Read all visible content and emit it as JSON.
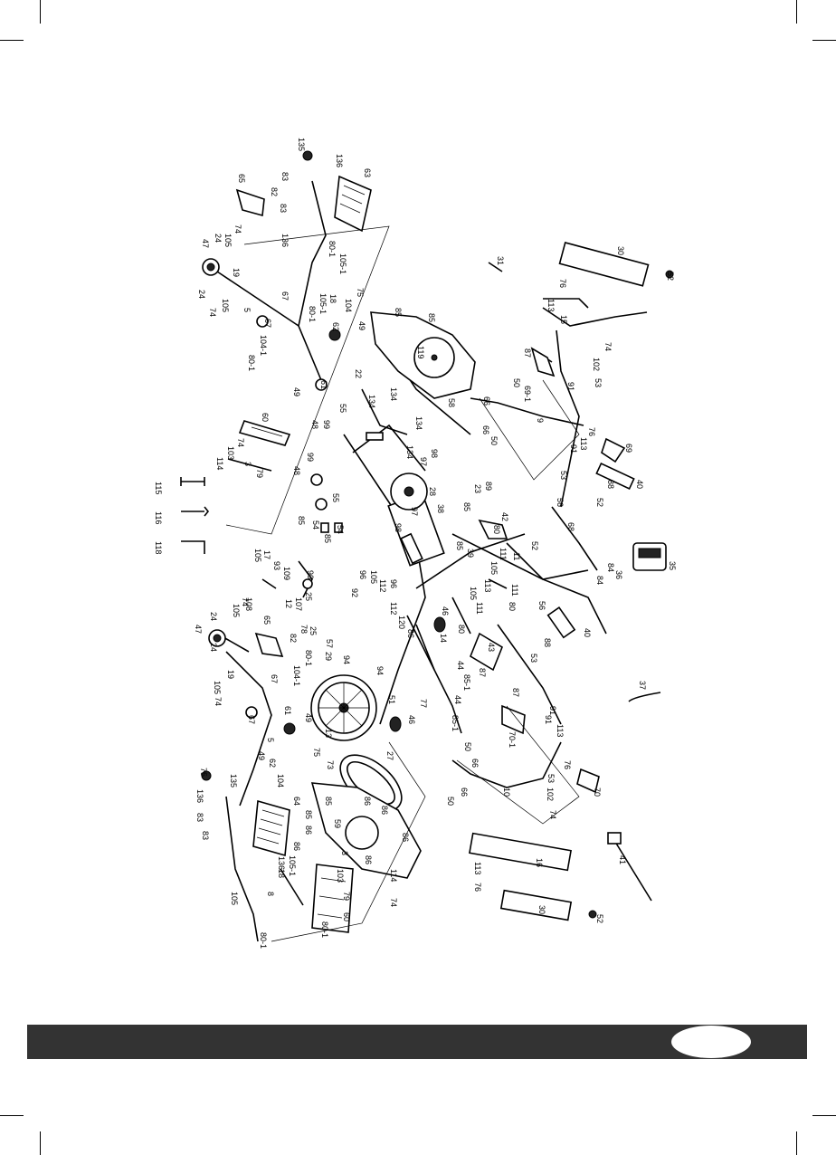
{
  "diagram": {
    "labels": [
      {
        "id": "l135a",
        "text": "135"
      },
      {
        "id": "l136a",
        "text": "136"
      },
      {
        "id": "l63",
        "text": "63"
      },
      {
        "id": "l65a",
        "text": "65"
      },
      {
        "id": "l82a",
        "text": "82"
      },
      {
        "id": "l83a",
        "text": "83"
      },
      {
        "id": "l83b",
        "text": "83"
      },
      {
        "id": "l136b",
        "text": "136"
      },
      {
        "id": "l74a",
        "text": "74"
      },
      {
        "id": "l105a",
        "text": "105"
      },
      {
        "id": "l24a",
        "text": "24"
      },
      {
        "id": "l47a",
        "text": "47"
      },
      {
        "id": "l19a",
        "text": "19"
      },
      {
        "id": "l24b",
        "text": "24"
      },
      {
        "id": "l105b",
        "text": "105"
      },
      {
        "id": "l74b",
        "text": "74"
      },
      {
        "id": "l5a",
        "text": "5"
      },
      {
        "id": "l67a",
        "text": "67"
      },
      {
        "id": "l67b",
        "text": "67"
      },
      {
        "id": "l801a",
        "text": "80-1"
      },
      {
        "id": "l1051a",
        "text": "105-1"
      },
      {
        "id": "l75a",
        "text": "75"
      },
      {
        "id": "l104a",
        "text": "104"
      },
      {
        "id": "l18a",
        "text": "18"
      },
      {
        "id": "l1051b",
        "text": "105-1"
      },
      {
        "id": "l801b",
        "text": "80-1"
      },
      {
        "id": "l62a",
        "text": "62"
      },
      {
        "id": "l49a",
        "text": "49"
      },
      {
        "id": "l1041a",
        "text": "104-1"
      },
      {
        "id": "l801c",
        "text": "80-1"
      },
      {
        "id": "l49b",
        "text": "49"
      },
      {
        "id": "l61a",
        "text": "61"
      },
      {
        "id": "l31",
        "text": "31"
      },
      {
        "id": "l30a",
        "text": "30"
      },
      {
        "id": "l52a",
        "text": "52"
      },
      {
        "id": "l76a",
        "text": "76"
      },
      {
        "id": "l113a",
        "text": "113"
      },
      {
        "id": "l15",
        "text": "15"
      },
      {
        "id": "l85a",
        "text": "85"
      },
      {
        "id": "l85b",
        "text": "85"
      },
      {
        "id": "l119",
        "text": "119"
      },
      {
        "id": "l58",
        "text": "58"
      },
      {
        "id": "l22",
        "text": "22"
      },
      {
        "id": "l134a",
        "text": "134"
      },
      {
        "id": "l134b",
        "text": "134"
      },
      {
        "id": "l55a",
        "text": "55"
      },
      {
        "id": "l60a",
        "text": "60"
      },
      {
        "id": "l48a",
        "text": "48"
      },
      {
        "id": "l99a",
        "text": "99"
      },
      {
        "id": "l74c",
        "text": "74"
      },
      {
        "id": "l103a",
        "text": "103"
      },
      {
        "id": "l114a",
        "text": "114"
      },
      {
        "id": "l3a",
        "text": "3"
      },
      {
        "id": "l79a",
        "text": "79"
      },
      {
        "id": "l48b",
        "text": "48"
      },
      {
        "id": "l99b",
        "text": "99"
      },
      {
        "id": "l55b",
        "text": "55"
      },
      {
        "id": "l134c",
        "text": "134"
      },
      {
        "id": "l98a",
        "text": "98"
      },
      {
        "id": "l97a",
        "text": "97"
      },
      {
        "id": "l134d",
        "text": "134"
      },
      {
        "id": "l28",
        "text": "28"
      },
      {
        "id": "l97b",
        "text": "97"
      },
      {
        "id": "l98b",
        "text": "98"
      },
      {
        "id": "l89",
        "text": "89"
      },
      {
        "id": "l23",
        "text": "23"
      },
      {
        "id": "l38",
        "text": "38"
      },
      {
        "id": "l85c",
        "text": "85"
      },
      {
        "id": "l42",
        "text": "42"
      },
      {
        "id": "l87a",
        "text": "87"
      },
      {
        "id": "l50a",
        "text": "50"
      },
      {
        "id": "l691",
        "text": "69-1"
      },
      {
        "id": "l66a",
        "text": "66"
      },
      {
        "id": "l66b",
        "text": "66"
      },
      {
        "id": "l50b",
        "text": "50"
      },
      {
        "id": "l9",
        "text": "9"
      },
      {
        "id": "l74d",
        "text": "74"
      },
      {
        "id": "l102a",
        "text": "102"
      },
      {
        "id": "l53a",
        "text": "53"
      },
      {
        "id": "l91a",
        "text": "91"
      },
      {
        "id": "l76b",
        "text": "76"
      },
      {
        "id": "l113b",
        "text": "113"
      },
      {
        "id": "l91b",
        "text": "91"
      },
      {
        "id": "l69",
        "text": "69"
      },
      {
        "id": "l53b",
        "text": "53"
      },
      {
        "id": "l88a",
        "text": "88"
      },
      {
        "id": "l40a",
        "text": "40"
      },
      {
        "id": "l56a",
        "text": "56"
      },
      {
        "id": "l52b",
        "text": "52"
      },
      {
        "id": "l68",
        "text": "68"
      },
      {
        "id": "l52c",
        "text": "52"
      },
      {
        "id": "l11",
        "text": "11"
      },
      {
        "id": "l36",
        "text": "36"
      },
      {
        "id": "l35",
        "text": "35"
      },
      {
        "id": "l84a",
        "text": "84"
      },
      {
        "id": "l84b",
        "text": "84"
      },
      {
        "id": "l56b",
        "text": "56"
      },
      {
        "id": "l88b",
        "text": "88"
      },
      {
        "id": "l40b",
        "text": "40"
      },
      {
        "id": "l53c",
        "text": "53"
      },
      {
        "id": "l37",
        "text": "37"
      },
      {
        "id": "l115",
        "text": "115"
      },
      {
        "id": "l116",
        "text": "116"
      },
      {
        "id": "l118",
        "text": "118"
      },
      {
        "id": "l85d",
        "text": "85"
      },
      {
        "id": "l54a",
        "text": "54"
      },
      {
        "id": "l85e",
        "text": "85"
      },
      {
        "id": "l54b",
        "text": "54"
      },
      {
        "id": "l105c",
        "text": "105"
      },
      {
        "id": "l17",
        "text": "17"
      },
      {
        "id": "l93",
        "text": "93"
      },
      {
        "id": "l109",
        "text": "109"
      },
      {
        "id": "l90",
        "text": "90"
      },
      {
        "id": "l25a",
        "text": "25"
      },
      {
        "id": "l107",
        "text": "107"
      },
      {
        "id": "l12",
        "text": "12"
      },
      {
        "id": "l78",
        "text": "78"
      },
      {
        "id": "l108",
        "text": "108"
      },
      {
        "id": "l96a",
        "text": "96"
      },
      {
        "id": "l105d",
        "text": "105"
      },
      {
        "id": "l92",
        "text": "92"
      },
      {
        "id": "l112a",
        "text": "112"
      },
      {
        "id": "l96b",
        "text": "96"
      },
      {
        "id": "l112b",
        "text": "112"
      },
      {
        "id": "l120",
        "text": "120"
      },
      {
        "id": "l86a",
        "text": "86"
      },
      {
        "id": "l39",
        "text": "39"
      },
      {
        "id": "l85f",
        "text": "85"
      },
      {
        "id": "l80a",
        "text": "80"
      },
      {
        "id": "l111a",
        "text": "111"
      },
      {
        "id": "l105e",
        "text": "105"
      },
      {
        "id": "l113c",
        "text": "113"
      },
      {
        "id": "l111b",
        "text": "111"
      },
      {
        "id": "l80b",
        "text": "80"
      },
      {
        "id": "l105f",
        "text": "105"
      },
      {
        "id": "l111c",
        "text": "111"
      },
      {
        "id": "l80c",
        "text": "80"
      },
      {
        "id": "l46a",
        "text": "46"
      },
      {
        "id": "l14",
        "text": "14"
      },
      {
        "id": "l44a",
        "text": "44"
      },
      {
        "id": "l851a",
        "text": "85-1"
      },
      {
        "id": "l44b",
        "text": "44"
      },
      {
        "id": "l851b",
        "text": "85-1"
      },
      {
        "id": "l77",
        "text": "77"
      },
      {
        "id": "l46b",
        "text": "46"
      },
      {
        "id": "l43",
        "text": "43"
      },
      {
        "id": "l87b",
        "text": "87"
      },
      {
        "id": "l87c",
        "text": "87"
      },
      {
        "id": "l701",
        "text": "70-1"
      },
      {
        "id": "l91c",
        "text": "91"
      },
      {
        "id": "l91d",
        "text": "91"
      },
      {
        "id": "l113d",
        "text": "113"
      },
      {
        "id": "l76c",
        "text": "76"
      },
      {
        "id": "l53d",
        "text": "53"
      },
      {
        "id": "l102b",
        "text": "102"
      },
      {
        "id": "l74e",
        "text": "74"
      },
      {
        "id": "l70",
        "text": "70"
      },
      {
        "id": "l50c",
        "text": "50"
      },
      {
        "id": "l66c",
        "text": "66"
      },
      {
        "id": "l66d",
        "text": "66"
      },
      {
        "id": "l50d",
        "text": "50"
      },
      {
        "id": "l10",
        "text": "10"
      },
      {
        "id": "l16",
        "text": "16"
      },
      {
        "id": "l113e",
        "text": "113"
      },
      {
        "id": "l76d",
        "text": "76"
      },
      {
        "id": "l30b",
        "text": "30"
      },
      {
        "id": "l52d",
        "text": "52"
      },
      {
        "id": "l41",
        "text": "41"
      },
      {
        "id": "l74f",
        "text": "74"
      },
      {
        "id": "l105g",
        "text": "105"
      },
      {
        "id": "l24c",
        "text": "24"
      },
      {
        "id": "l47b",
        "text": "47"
      },
      {
        "id": "l24d",
        "text": "24"
      },
      {
        "id": "l65b",
        "text": "65"
      },
      {
        "id": "l82b",
        "text": "82"
      },
      {
        "id": "l19b",
        "text": "19"
      },
      {
        "id": "l105h",
        "text": "105"
      },
      {
        "id": "l74g",
        "text": "74"
      },
      {
        "id": "l67c",
        "text": "67"
      },
      {
        "id": "l67d",
        "text": "67"
      },
      {
        "id": "l5b",
        "text": "5"
      },
      {
        "id": "l801d",
        "text": "80-1"
      },
      {
        "id": "l1041b",
        "text": "104-1"
      },
      {
        "id": "l25b",
        "text": "25"
      },
      {
        "id": "l29",
        "text": "29"
      },
      {
        "id": "l57",
        "text": "57"
      },
      {
        "id": "l94a",
        "text": "94"
      },
      {
        "id": "l94b",
        "text": "94"
      },
      {
        "id": "l51",
        "text": "51"
      },
      {
        "id": "l61b",
        "text": "61"
      },
      {
        "id": "l49c",
        "text": "49"
      },
      {
        "id": "l13",
        "text": "13"
      },
      {
        "id": "l75b",
        "text": "75"
      },
      {
        "id": "l73",
        "text": "73"
      },
      {
        "id": "l27",
        "text": "27"
      },
      {
        "id": "l49d",
        "text": "49"
      },
      {
        "id": "l62b",
        "text": "62"
      },
      {
        "id": "l104b",
        "text": "104"
      },
      {
        "id": "l75c",
        "text": "75"
      },
      {
        "id": "l135b",
        "text": "135"
      },
      {
        "id": "l136c",
        "text": "136"
      },
      {
        "id": "l83c",
        "text": "83"
      },
      {
        "id": "l83d",
        "text": "83"
      },
      {
        "id": "l136d",
        "text": "136"
      },
      {
        "id": "l64",
        "text": "64"
      },
      {
        "id": "l85g",
        "text": "85"
      },
      {
        "id": "l86b",
        "text": "86"
      },
      {
        "id": "l86c",
        "text": "86"
      },
      {
        "id": "l85h",
        "text": "85"
      },
      {
        "id": "l86d",
        "text": "86"
      },
      {
        "id": "l86e",
        "text": "86"
      },
      {
        "id": "l59",
        "text": "59"
      },
      {
        "id": "l86f",
        "text": "86"
      },
      {
        "id": "l86g",
        "text": "86"
      },
      {
        "id": "l114b",
        "text": "114"
      },
      {
        "id": "l3b",
        "text": "3"
      },
      {
        "id": "l103b",
        "text": "103"
      },
      {
        "id": "l79b",
        "text": "79"
      },
      {
        "id": "l74h",
        "text": "74"
      },
      {
        "id": "l60b",
        "text": "60"
      },
      {
        "id": "l801e",
        "text": "80-1"
      },
      {
        "id": "l1051c",
        "text": "105-1"
      },
      {
        "id": "l18b",
        "text": "18"
      },
      {
        "id": "l8",
        "text": "8"
      },
      {
        "id": "l105i",
        "text": "105"
      },
      {
        "id": "l801f",
        "text": "80-1"
      }
    ]
  },
  "footer": {
    "bar_color": "#333333",
    "page_number": ""
  }
}
